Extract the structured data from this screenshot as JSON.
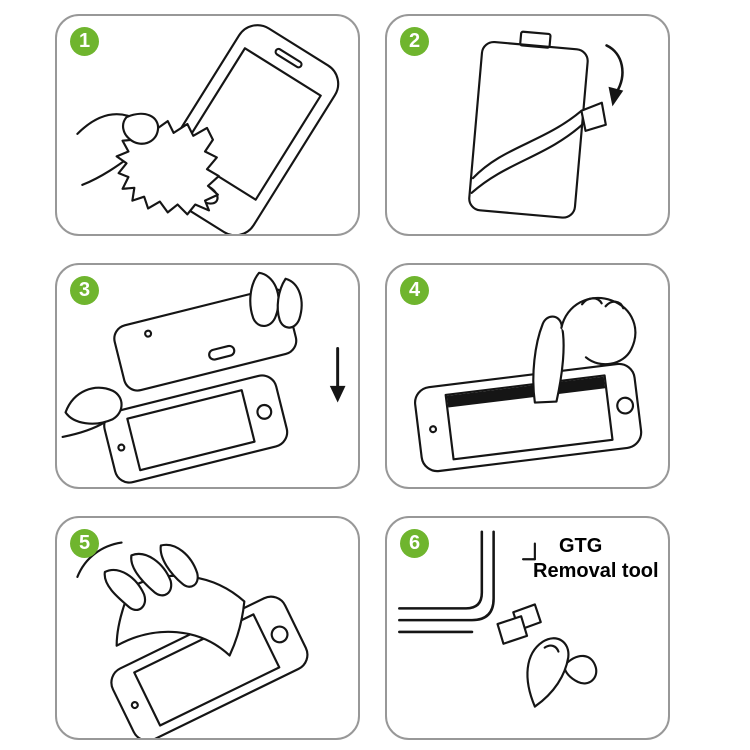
{
  "title": "screen-protector-installation-steps",
  "colors": {
    "badge_green": "#6fb52e",
    "panel_border": "#989898",
    "line_art": "#151515",
    "background": "#ffffff"
  },
  "steps": [
    {
      "number": "1",
      "illustration": "wipe-screen-with-cleaning-cloth"
    },
    {
      "number": "2",
      "illustration": "peel-protective-backing-film"
    },
    {
      "number": "3",
      "illustration": "align-glass-over-phone"
    },
    {
      "number": "4",
      "illustration": "press-screen-center-with-finger"
    },
    {
      "number": "5",
      "illustration": "smooth-film-onto-screen"
    },
    {
      "number": "6",
      "illustration": "use-removal-tool-at-corner",
      "label_line1": "GTG",
      "label_line2": "Removal tool"
    }
  ]
}
